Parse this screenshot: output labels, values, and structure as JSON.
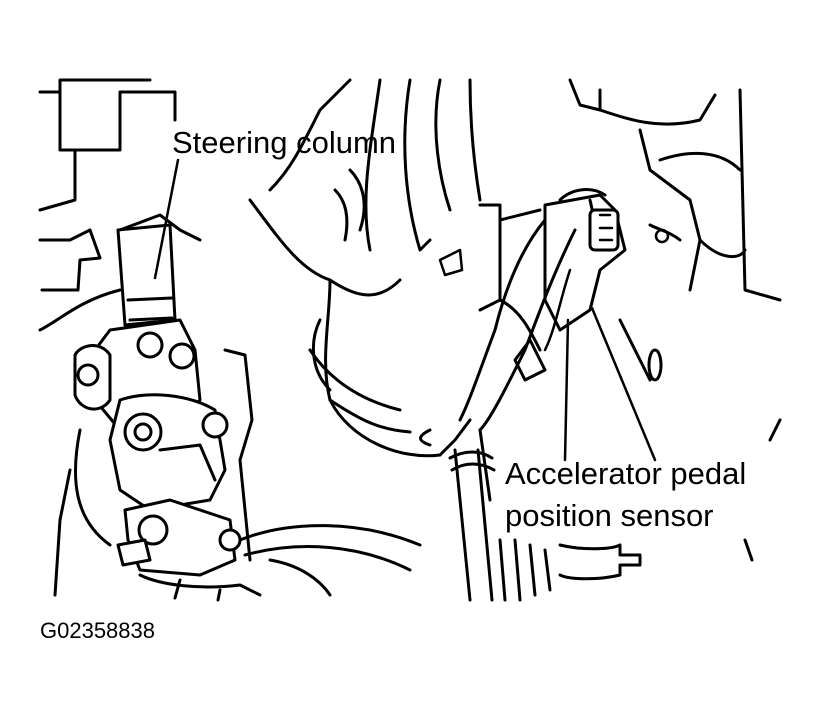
{
  "labels": {
    "steering_column": "Steering column",
    "accelerator_line1": "Accelerator pedal",
    "accelerator_line2": "position sensor"
  },
  "figure_code": "G02358838"
}
